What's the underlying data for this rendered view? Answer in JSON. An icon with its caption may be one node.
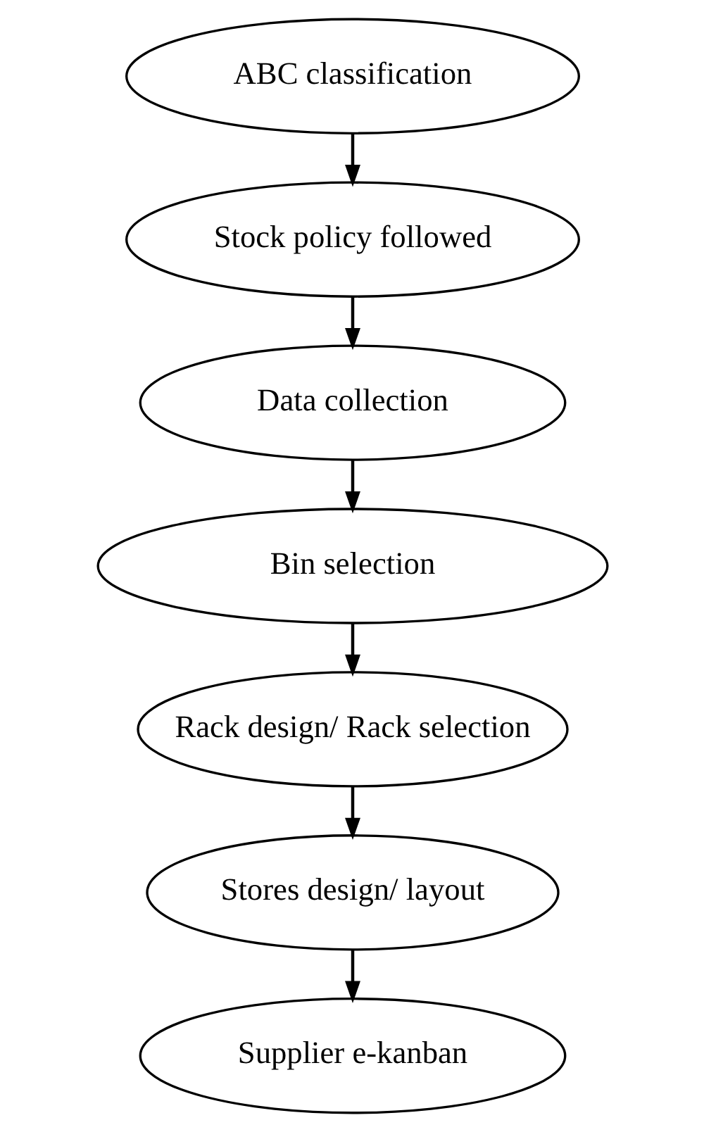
{
  "diagram": {
    "nodes": [
      {
        "text": [
          "ABC classification"
        ]
      },
      {
        "text": [
          "Stock policy followed"
        ]
      },
      {
        "text": [
          "Data collection"
        ]
      },
      {
        "text": [
          "Bin selection"
        ]
      },
      {
        "text": [
          "Rack design/ Rack selection"
        ]
      },
      {
        "text": [
          "Stores design/ layout"
        ]
      },
      {
        "text": [
          "Supplier e-kanban"
        ]
      }
    ],
    "edges": [
      {
        "from": 0,
        "to": 1,
        "arrow": "to"
      },
      {
        "from": 1,
        "to": 2,
        "arrow": "to"
      },
      {
        "from": 2,
        "to": 3,
        "arrow": "to"
      },
      {
        "from": 3,
        "to": 4,
        "arrow": "to"
      },
      {
        "from": 4,
        "to": 5,
        "arrow": "to"
      },
      {
        "from": 5,
        "to": 6,
        "arrow": "to"
      }
    ]
  }
}
